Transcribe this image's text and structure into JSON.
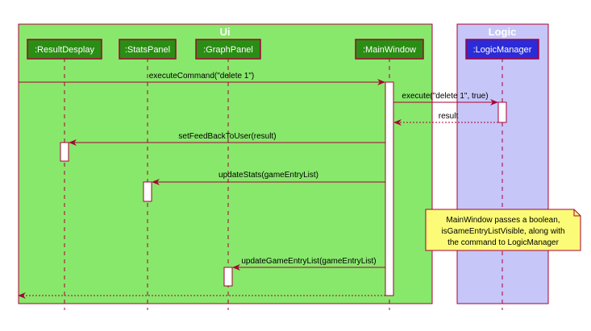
{
  "boxes": {
    "ui": {
      "title": "Ui",
      "fill": "#88e86c",
      "stroke": "#a80036"
    },
    "logic": {
      "title": "Logic",
      "fill": "#c6c6f8",
      "stroke": "#a80036"
    }
  },
  "participants": [
    {
      "id": "result",
      "label": ":ResultDesplay",
      "fill": "#2a8e14"
    },
    {
      "id": "stats",
      "label": ":StatsPanel",
      "fill": "#2a8e14"
    },
    {
      "id": "graph",
      "label": ":GraphPanel",
      "fill": "#2a8e14"
    },
    {
      "id": "main",
      "label": ":MainWindow",
      "fill": "#2a8e14"
    },
    {
      "id": "logic",
      "label": ":LogicManager",
      "fill": "#2b2bd8"
    }
  ],
  "messages": [
    {
      "label": "executeCommand(\"delete 1\")"
    },
    {
      "label": "execute(\"delete 1\", true)"
    },
    {
      "label": "result"
    },
    {
      "label": "setFeedBackToUser(result)"
    },
    {
      "label": "updateStats(gameEntryList)"
    },
    {
      "label": "updateGameEntryList(gameEntryList)"
    }
  ],
  "note": {
    "lines": [
      "MainWindow passes a boolean,",
      "isGameEntryListVisible, along with",
      "the command to LogicManager"
    ],
    "fill": "#fbfb77",
    "stroke": "#a80036"
  },
  "colors": {
    "arrow": "#a80036",
    "text": "#000000",
    "header_text": "#ffffff"
  }
}
